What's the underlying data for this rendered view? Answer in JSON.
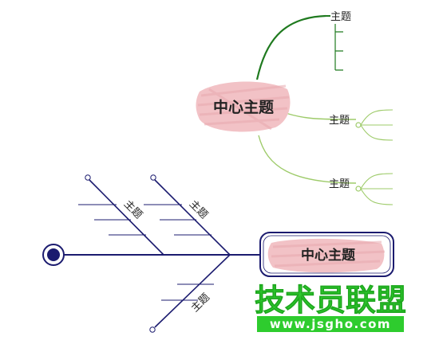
{
  "mindmap": {
    "central_label": "中心主题",
    "branch_labels": [
      "主题",
      "主题",
      "主题"
    ],
    "colors": {
      "central_fill": "#f2c2c6",
      "branch_top": "#1f7a1f",
      "branch_light": "#9ecb6a"
    }
  },
  "fishbone": {
    "head_label": "中心主题",
    "bone_labels": [
      "主题",
      "主题",
      "主题"
    ],
    "colors": {
      "spine": "#1b1b6f",
      "head_border": "#1b1b6f",
      "head_fill": "#f2c2c6"
    }
  },
  "watermark": {
    "title": "技术员联盟",
    "url": "www.jsgho.com",
    "colors": {
      "green": "#2ecc2e",
      "text": "#ffffff"
    }
  }
}
